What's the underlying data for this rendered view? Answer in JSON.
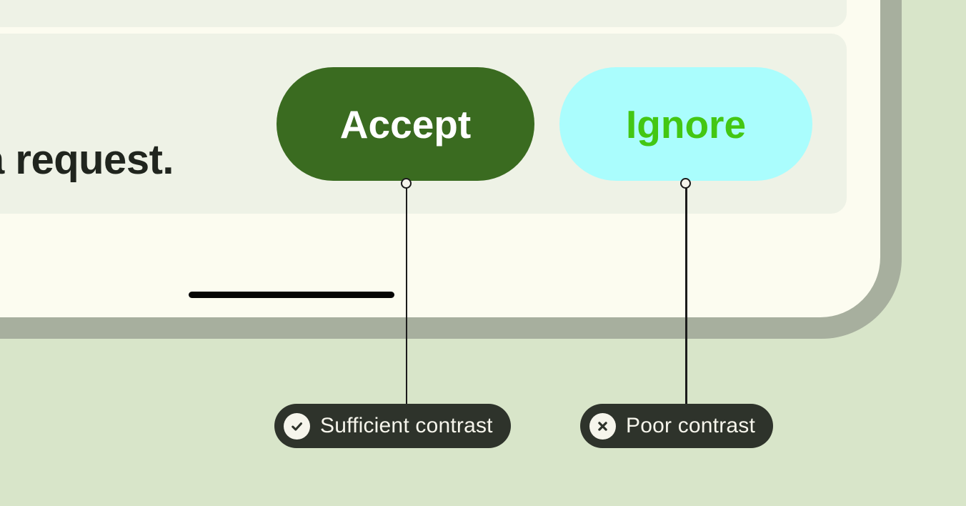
{
  "colors": {
    "canvas-bg": "#d8e5c9",
    "device-frame": "#a7af9e",
    "device-screen": "#fcfcf0",
    "card-bg": "#eef2e6",
    "message-fg": "#20251e",
    "accept-bg": "#3a6b20",
    "accept-fg": "#ffffff",
    "ignore-bg": "#aafdfd",
    "ignore-fg": "#43c713",
    "divider-bar": "#050505",
    "connector": "#1b1b1b",
    "callout-bg": "#2e332b",
    "callout-fg": "#f6f5ec",
    "icon-circle-bg": "#f6f5ec",
    "icon-glyph": "#2e332b"
  },
  "card": {
    "message_fragment": "a request.",
    "buttons": [
      {
        "label": "Accept",
        "contrast": "sufficient"
      },
      {
        "label": "Ignore",
        "contrast": "poor"
      }
    ]
  },
  "callouts": [
    {
      "label": "Sufficient contrast",
      "icon": "check-icon"
    },
    {
      "label": "Poor contrast",
      "icon": "x-icon"
    }
  ]
}
